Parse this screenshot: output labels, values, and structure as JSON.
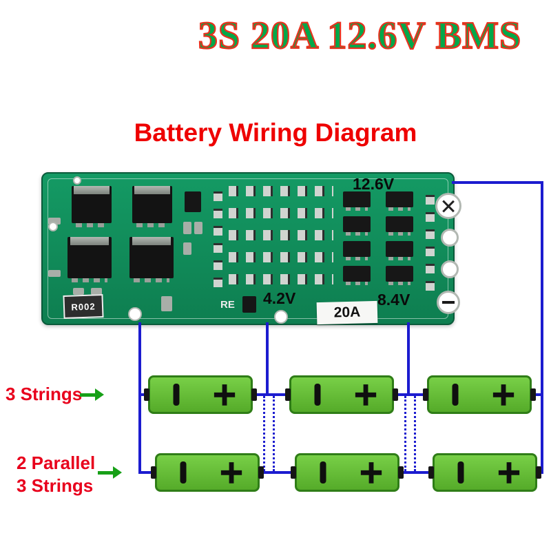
{
  "title": "3S 20A 12.6V BMS",
  "subtitle": "Battery Wiring Diagram",
  "board": {
    "labels": {
      "b_plus": "12.6V",
      "tap1": "4.2V",
      "tap2": "8.4V",
      "current_rating": "20A",
      "shunt_resistor": "R002",
      "silkscreen": "RE"
    }
  },
  "annotations": {
    "top_row": "3 Strings",
    "bottom_row_line1": "2 Parallel",
    "bottom_row_line2": "3 Strings"
  },
  "battery": {
    "pos_symbol": "+",
    "neg_symbol": "−"
  },
  "icons": {
    "neg_terminal": "vertical-bar",
    "pos_terminal": "plus",
    "arrow": "right-arrow",
    "b_plus_pad": "circle-cross",
    "b_minus_pad": "circle-minus"
  },
  "colors": {
    "title_green": "#00a84a",
    "title_outline": "#e8321e",
    "subtitle_red": "#ee0000",
    "annotation_red": "#e8001c",
    "arrow_green": "#17a017",
    "wire_blue": "#1c1ccf",
    "battery_green": "#64bc36",
    "battery_border": "#2f7d17",
    "pcb_green": "#129660"
  }
}
